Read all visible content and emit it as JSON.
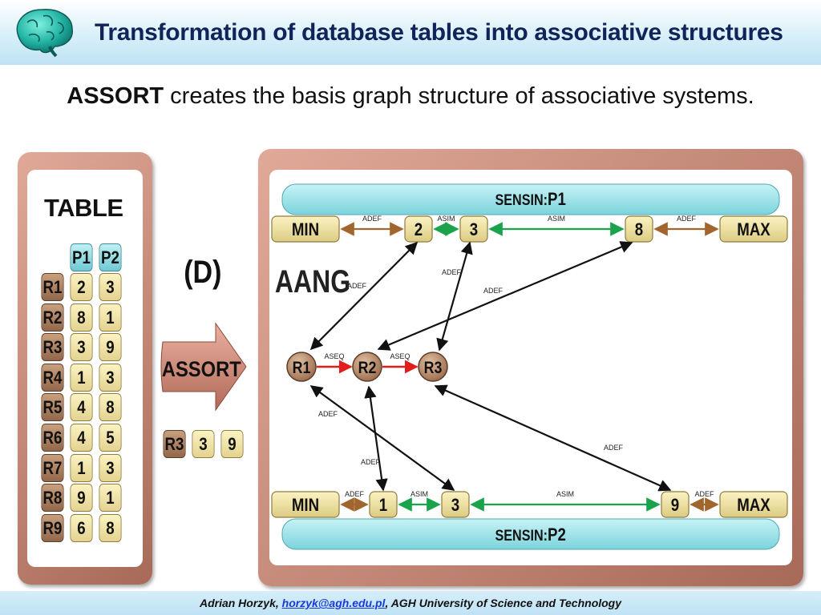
{
  "header": {
    "title": "Transformation of database tables into associative structures",
    "logo_icon": "brain-icon"
  },
  "subtitle": {
    "bold": "ASSORT",
    "rest": " creates the basis graph structure of associative systems."
  },
  "table": {
    "label": "TABLE",
    "columns": [
      "P1",
      "P2"
    ],
    "rows": [
      {
        "id": "R1",
        "p1": "2",
        "p2": "3"
      },
      {
        "id": "R2",
        "p1": "8",
        "p2": "1"
      },
      {
        "id": "R3",
        "p1": "3",
        "p2": "9"
      },
      {
        "id": "R4",
        "p1": "1",
        "p2": "3"
      },
      {
        "id": "R5",
        "p1": "4",
        "p2": "8"
      },
      {
        "id": "R6",
        "p1": "4",
        "p2": "5"
      },
      {
        "id": "R7",
        "p1": "1",
        "p2": "3"
      },
      {
        "id": "R8",
        "p1": "9",
        "p2": "1"
      },
      {
        "id": "R9",
        "p1": "6",
        "p2": "8"
      }
    ]
  },
  "middle": {
    "step": "(D)",
    "arrow_label": "ASSORT",
    "current_record": {
      "id": "R3",
      "p1": "3",
      "p2": "9"
    }
  },
  "graph": {
    "title": "AANG",
    "sensin_p1": {
      "prefix": "SENSIN:",
      "name": "P1",
      "nodes": [
        "MIN",
        "2",
        "3",
        "8",
        "MAX"
      ],
      "links": [
        "ADEF",
        "ASIM",
        "ASIM",
        "ADEF"
      ]
    },
    "sensin_p2": {
      "prefix": "SENSIN:",
      "name": "P2",
      "nodes": [
        "MIN",
        "1",
        "3",
        "9",
        "MAX"
      ],
      "links": [
        "ADEF",
        "ASIM",
        "ASIM",
        "ADEF"
      ]
    },
    "records": [
      "R1",
      "R2",
      "R3"
    ],
    "seq_links": [
      "ASEQ",
      "ASEQ"
    ],
    "def_label": "ADEF",
    "colors": {
      "adef": "#a0662e",
      "asim": "#1aa34a",
      "aseq": "#e01e1e",
      "cross": "#111111"
    }
  },
  "footer": {
    "author": "Adrian Horzyk, ",
    "email": "horzyk@agh.edu.pl",
    "affiliation": ", AGH University of Science and Technology"
  }
}
